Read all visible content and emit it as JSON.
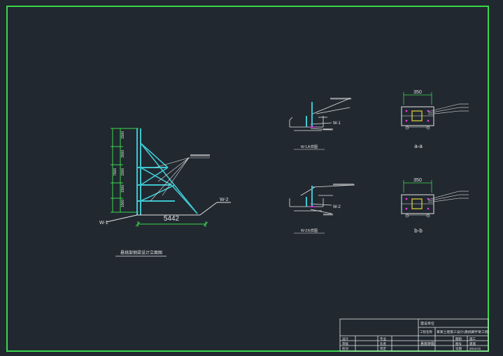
{
  "colors": {
    "background": "#212830",
    "frame": "#38d84a",
    "structure": "#3fc6cf",
    "linework": "#e6e6e6",
    "accent_magenta": "#e23be0",
    "accent_yellow": "#e8d43a",
    "dimension_green": "#3ad84a"
  },
  "elevation": {
    "title": "悬挑架钢梁设计立面图",
    "span_dimension": "5442",
    "vertical_dims": [
      "1500",
      "3000",
      "1500",
      "1500",
      "1500"
    ],
    "total_height_dim": "7500",
    "label_w1": "W-1",
    "label_w2": "W-2"
  },
  "details": {
    "top_caption": "W-1大样图",
    "bottom_caption": "W-2大样图",
    "top_tag": "W-1",
    "bottom_tag": "W-2"
  },
  "sections": {
    "width_dim_top": "350",
    "width_dim_bottom": "350",
    "label_a": "a-a",
    "label_b": "b-b"
  },
  "title_block": {
    "company": "建设单位",
    "project_label": "工程名称",
    "project_name": "某某土建施工设计(悬挑脚手架工程)",
    "drawing_name": "悬挑架图",
    "row_labels": [
      "设计",
      "审核",
      "校对"
    ],
    "mid_labels": [
      "专业",
      "负责",
      "审定"
    ],
    "right_labels": [
      "图别",
      "图号",
      "日期"
    ],
    "right_values": [
      "施工",
      "建施",
      "2013.01"
    ]
  }
}
